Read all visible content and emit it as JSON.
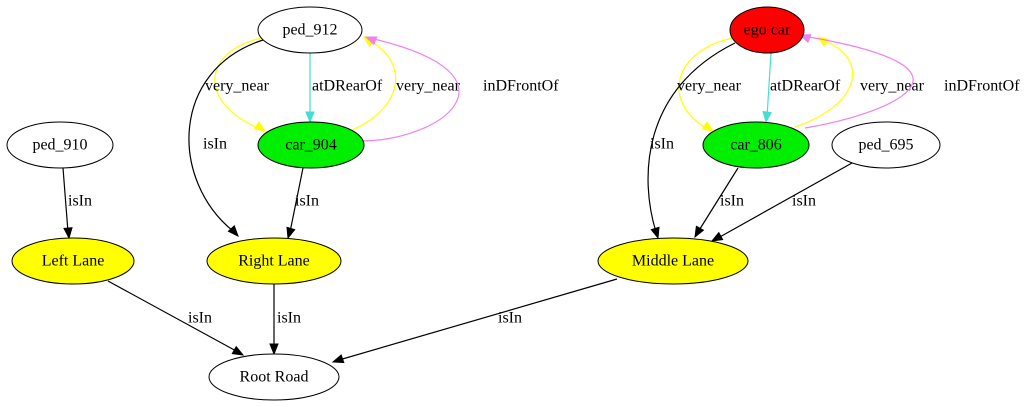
{
  "nodes": [
    {
      "id": "ped_912",
      "label": "ped_912",
      "fill": "#ffffff"
    },
    {
      "id": "ego_car",
      "label": "ego car",
      "fill": "#ff0000"
    },
    {
      "id": "ped_910",
      "label": "ped_910",
      "fill": "#ffffff"
    },
    {
      "id": "car_904",
      "label": "car_904",
      "fill": "#00ee00"
    },
    {
      "id": "car_806",
      "label": "car_806",
      "fill": "#00ee00"
    },
    {
      "id": "ped_695",
      "label": "ped_695",
      "fill": "#ffffff"
    },
    {
      "id": "left_lane",
      "label": "Left Lane",
      "fill": "#ffff00"
    },
    {
      "id": "right_lane",
      "label": "Right Lane",
      "fill": "#ffff00"
    },
    {
      "id": "middle_lane",
      "label": "Middle Lane",
      "fill": "#ffff00"
    },
    {
      "id": "root_road",
      "label": "Root Road",
      "fill": "#ffffff"
    }
  ],
  "edges": [
    {
      "id": "e1",
      "source": "ped_912",
      "target": "car_904",
      "label": "very_near",
      "color": "#ffff00"
    },
    {
      "id": "e2",
      "source": "ped_912",
      "target": "car_904",
      "label": "atDRearOf",
      "color": "#40e0d0"
    },
    {
      "id": "e3",
      "source": "car_904",
      "target": "ped_912",
      "label": "very_near",
      "color": "#ffff00"
    },
    {
      "id": "e4",
      "source": "car_904",
      "target": "ped_912",
      "label": "inDFrontOf",
      "color": "#ee82ee"
    },
    {
      "id": "e5",
      "source": "ped_912",
      "target": "right_lane",
      "label": "isIn",
      "color": "#000000"
    },
    {
      "id": "e6",
      "source": "ped_910",
      "target": "left_lane",
      "label": "isIn",
      "color": "#000000"
    },
    {
      "id": "e7",
      "source": "car_904",
      "target": "right_lane",
      "label": "isIn",
      "color": "#000000"
    },
    {
      "id": "e8",
      "source": "left_lane",
      "target": "root_road",
      "label": "isIn",
      "color": "#000000"
    },
    {
      "id": "e9",
      "source": "right_lane",
      "target": "root_road",
      "label": "isIn",
      "color": "#000000"
    },
    {
      "id": "e10",
      "source": "ego_car",
      "target": "car_806",
      "label": "very_near",
      "color": "#ffff00"
    },
    {
      "id": "e11",
      "source": "ego_car",
      "target": "car_806",
      "label": "atDRearOf",
      "color": "#40e0d0"
    },
    {
      "id": "e12",
      "source": "car_806",
      "target": "ego_car",
      "label": "very_near",
      "color": "#ffff00"
    },
    {
      "id": "e13",
      "source": "car_806",
      "target": "ego_car",
      "label": "inDFrontOf",
      "color": "#ee82ee"
    },
    {
      "id": "e14",
      "source": "ego_car",
      "target": "middle_lane",
      "label": "isIn",
      "color": "#000000"
    },
    {
      "id": "e15",
      "source": "car_806",
      "target": "middle_lane",
      "label": "isIn",
      "color": "#000000"
    },
    {
      "id": "e16",
      "source": "ped_695",
      "target": "middle_lane",
      "label": "isIn",
      "color": "#000000"
    },
    {
      "id": "e17",
      "source": "middle_lane",
      "target": "root_road",
      "label": "isIn",
      "color": "#000000"
    }
  ]
}
